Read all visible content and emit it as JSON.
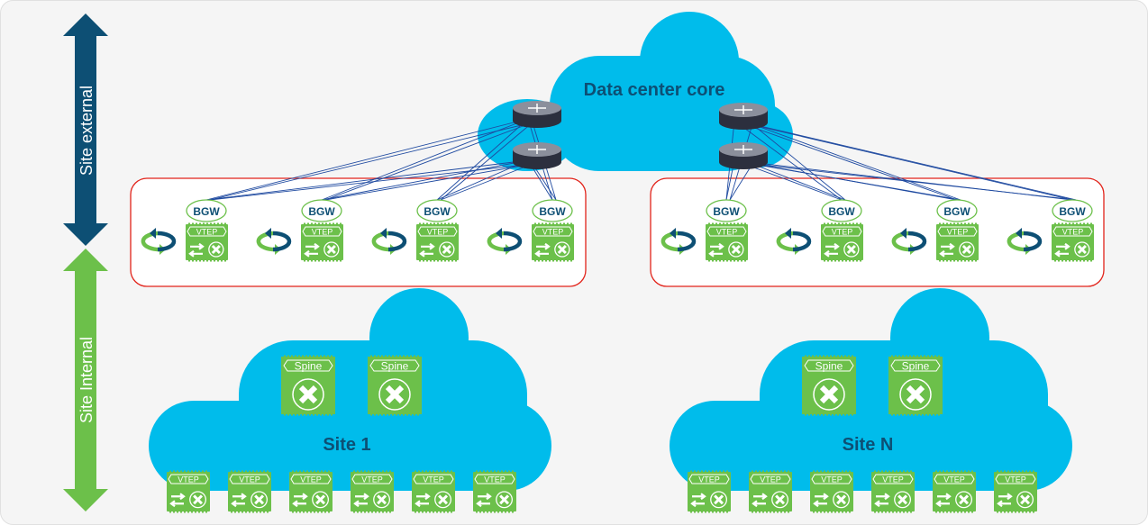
{
  "colors": {
    "background": "#f5f5f5",
    "cloud": "#00bceb",
    "dark_blue": "#0d4f74",
    "green": "#6cc04a",
    "red_border": "#e2231a",
    "link": "#1f4aa0"
  },
  "axis": {
    "external_label": "Site external",
    "internal_label": "Site Internal"
  },
  "core": {
    "label": "Data center core",
    "router_icon": "router-icon",
    "router_count": 4
  },
  "border_gateways": {
    "bgw_label": "BGW",
    "vtep_label": "VTEP",
    "groups": 2,
    "per_group": 4,
    "loop_icon": "loop-arrows-icon",
    "switch_icon": "switch-icon"
  },
  "sites": [
    {
      "label": "Site 1",
      "spines": [
        "Spine",
        "Spine"
      ],
      "vteps": [
        "VTEP",
        "VTEP",
        "VTEP",
        "VTEP",
        "VTEP",
        "VTEP"
      ]
    },
    {
      "label": "Site N",
      "spines": [
        "Spine",
        "Spine"
      ],
      "vteps": [
        "VTEP",
        "VTEP",
        "VTEP",
        "VTEP",
        "VTEP",
        "VTEP"
      ]
    }
  ]
}
